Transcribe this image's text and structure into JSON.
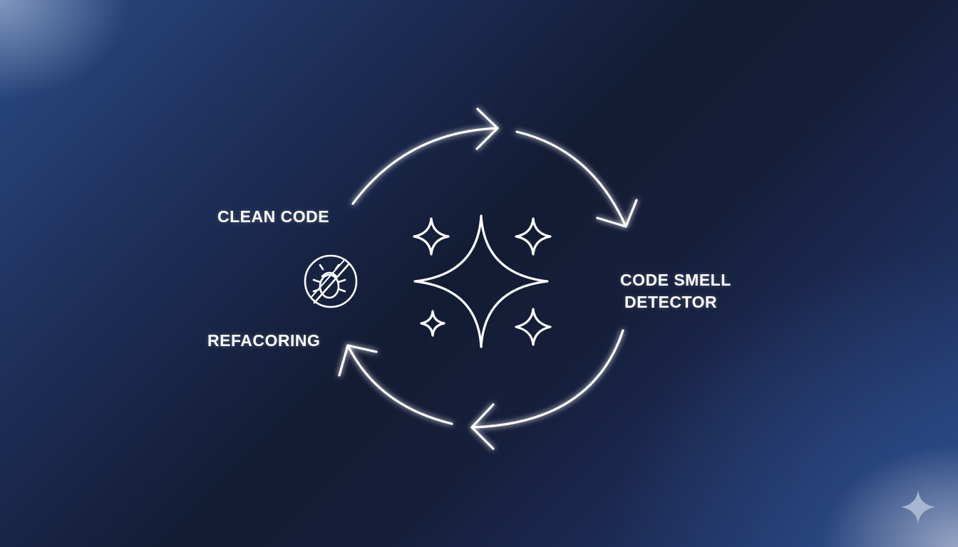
{
  "diagram": {
    "cycle_labels": {
      "clean_code": "CLEAN CODE",
      "code_smell_line1": "CODE SMELL",
      "code_smell_line2": "DETECTOR",
      "refactoring": "REFACORING"
    },
    "icons": {
      "center": "sparkles-icon",
      "left": "no-bug-icon",
      "corner_watermark": "sparkle-icon"
    },
    "arrows": [
      {
        "from": "clean_code",
        "to": "top",
        "direction": "clockwise"
      },
      {
        "from": "top",
        "to": "code_smell_detector",
        "direction": "clockwise"
      },
      {
        "from": "code_smell_detector",
        "to": "bottom",
        "direction": "clockwise"
      },
      {
        "from": "bottom",
        "to": "refactoring",
        "direction": "clockwise"
      }
    ],
    "colors": {
      "stroke": "#ffffff",
      "background_dark": "#141c34",
      "background_light": "#2b4a86"
    }
  }
}
